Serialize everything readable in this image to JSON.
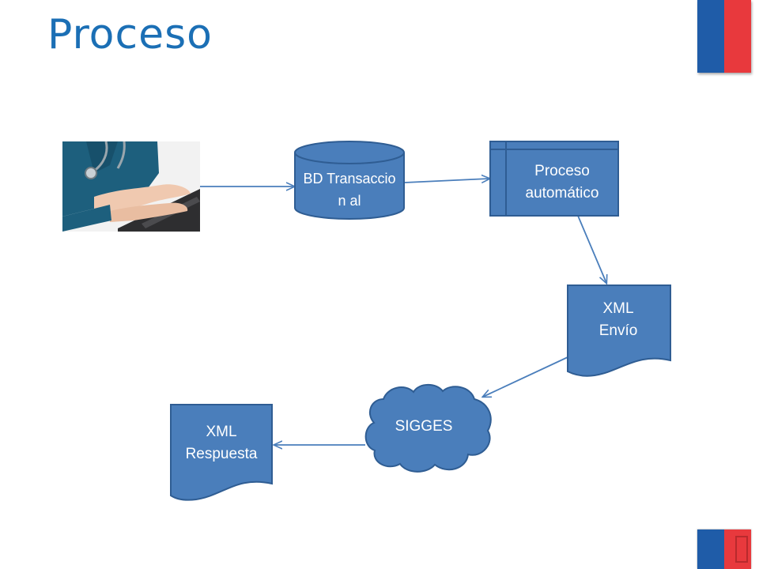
{
  "slide": {
    "title": "Proceso"
  },
  "diagram": {
    "nodes": {
      "photo": {
        "icon": "nurse-typing-laptop-photo"
      },
      "database": {
        "label": "BD Transaccion al",
        "shape": "cylinder"
      },
      "auto_process": {
        "label": "Proceso automático",
        "shape": "predefined-process"
      },
      "xml_send": {
        "label": "XML Envío",
        "shape": "document"
      },
      "sigges": {
        "label": "SIGGES",
        "shape": "cloud"
      },
      "xml_response": {
        "label": "XML Respuesta",
        "shape": "document"
      }
    },
    "edges": [
      {
        "from": "photo",
        "to": "database"
      },
      {
        "from": "database",
        "to": "auto_process"
      },
      {
        "from": "auto_process",
        "to": "xml_send"
      },
      {
        "from": "xml_send",
        "to": "sigges"
      },
      {
        "from": "sigges",
        "to": "xml_response"
      }
    ],
    "colors": {
      "node_fill": "#4a7ebb",
      "node_stroke": "#2f5d93",
      "arrow": "#4a7ebb",
      "title": "#1b6fb5",
      "flag_blue": "#1f5ca8",
      "flag_red": "#e8393d"
    }
  }
}
